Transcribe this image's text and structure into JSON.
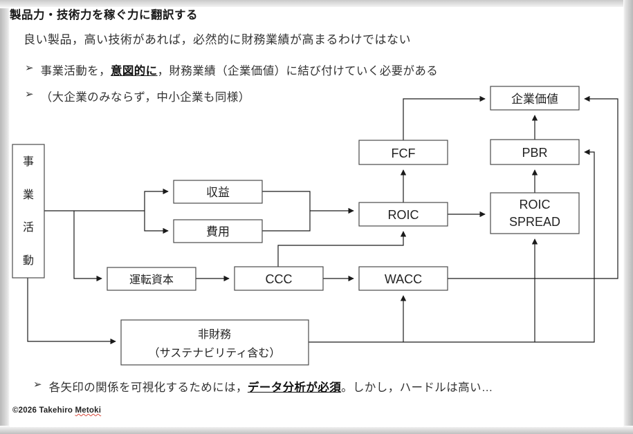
{
  "slide": {
    "title": "製品力・技術力を稼ぐ力に翻訳する",
    "subtitle": "良い製品，高い技術があれば，必然的に財務業績が高まるわけではない",
    "bullet_marker": "➢",
    "bullets": [
      {
        "pre": "事業活動を，",
        "emphasis": "意図的に",
        "post": "，財務業績（企業価値）に結び付けていく必要がある"
      },
      {
        "pre": "（大企業のみならず，中小企業も同様）",
        "emphasis": "",
        "post": ""
      },
      {
        "pre": "各矢印の関係を可視化するためには，",
        "emphasis": "データ分析が必須",
        "post": "。しかし，ハードルは高い…"
      }
    ],
    "copyright_prefix": "©2026 Takehiro ",
    "copyright_name": "Metoki"
  },
  "diagram": {
    "nodes": {
      "business_activity": {
        "label": "事業活動",
        "vertical": true
      },
      "revenue": {
        "label": "収益"
      },
      "expense": {
        "label": "費用"
      },
      "working_capital": {
        "label": "運転資本"
      },
      "ccc": {
        "label": "CCC"
      },
      "wacc": {
        "label": "WACC"
      },
      "roic": {
        "label": "ROIC"
      },
      "fcf": {
        "label": "FCF"
      },
      "corporate_value": {
        "label": "企業価値"
      },
      "pbr": {
        "label": "PBR"
      },
      "roic_spread_line1": {
        "label": "ROIC"
      },
      "roic_spread_line2": {
        "label": "SPREAD"
      },
      "nonfinancial_line1": {
        "label": "非財務"
      },
      "nonfinancial_line2": {
        "label": "（サステナビリティ含む）"
      }
    },
    "colors": {
      "box_border": "#4a4a4a",
      "line": "#1a1a1a",
      "text": "#222222",
      "background": "#ffffff"
    }
  }
}
